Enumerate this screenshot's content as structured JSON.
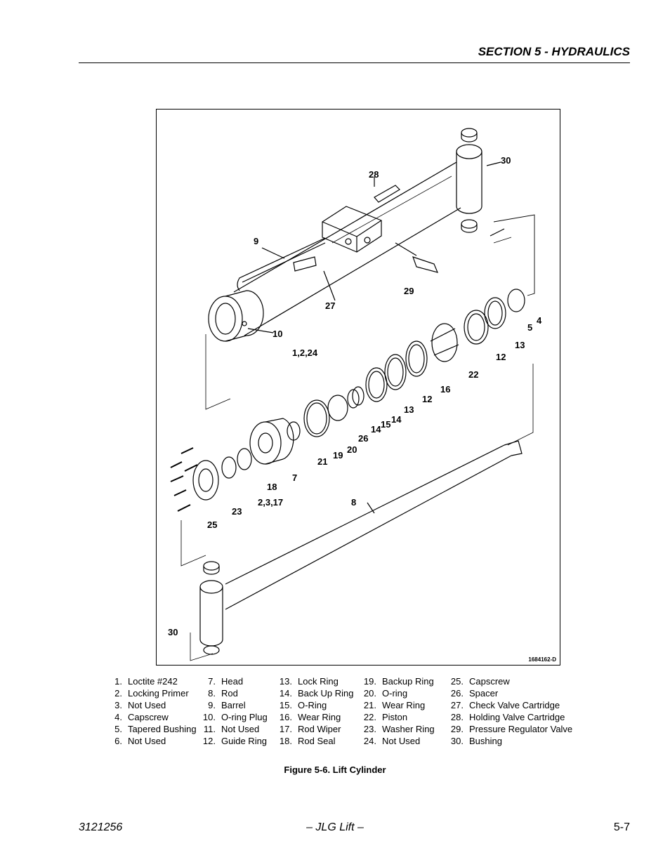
{
  "header": {
    "section_title": "SECTION 5 - HYDRAULICS"
  },
  "figure": {
    "drawing_id": "1684162-D",
    "caption": "Figure 5-6.  Lift Cylinder",
    "callouts": [
      "30",
      "28",
      "9",
      "29",
      "27",
      "10",
      "4",
      "5",
      "13",
      "12",
      "1,2,24",
      "22",
      "16",
      "12",
      "13",
      "14",
      "15",
      "14",
      "26",
      "20",
      "19",
      "21",
      "7",
      "18",
      "2,3,17",
      "23",
      "8",
      "25",
      "30"
    ]
  },
  "legend": {
    "col1": [
      {
        "num": "1.",
        "label": "Loctite #242"
      },
      {
        "num": "2.",
        "label": "Locking Primer"
      },
      {
        "num": "3.",
        "label": "Not Used"
      },
      {
        "num": "4.",
        "label": "Capscrew"
      },
      {
        "num": "5.",
        "label": "Tapered Bushing"
      },
      {
        "num": "6.",
        "label": "Not Used"
      }
    ],
    "col2": [
      {
        "num": "7.",
        "label": "Head"
      },
      {
        "num": "8.",
        "label": "Rod"
      },
      {
        "num": "9.",
        "label": "Barrel"
      },
      {
        "num": "10.",
        "label": "O-ring Plug"
      },
      {
        "num": "11.",
        "label": "Not Used"
      },
      {
        "num": "12.",
        "label": "Guide Ring"
      }
    ],
    "col3": [
      {
        "num": "13.",
        "label": "Lock Ring"
      },
      {
        "num": "14.",
        "label": "Back Up Ring"
      },
      {
        "num": "15.",
        "label": "O-Ring"
      },
      {
        "num": "16.",
        "label": "Wear Ring"
      },
      {
        "num": "17.",
        "label": "Rod Wiper"
      },
      {
        "num": "18.",
        "label": "Rod Seal"
      }
    ],
    "col4": [
      {
        "num": "19.",
        "label": "Backup Ring"
      },
      {
        "num": "20.",
        "label": "O-ring"
      },
      {
        "num": "21.",
        "label": "Wear Ring"
      },
      {
        "num": "22.",
        "label": "Piston"
      },
      {
        "num": "23.",
        "label": "Washer Ring"
      },
      {
        "num": "24.",
        "label": "Not Used"
      }
    ],
    "col5": [
      {
        "num": "25.",
        "label": "Capscrew"
      },
      {
        "num": "26.",
        "label": "Spacer"
      },
      {
        "num": "27.",
        "label": "Check Valve Cartridge"
      },
      {
        "num": "28.",
        "label": "Holding Valve Cartridge"
      },
      {
        "num": "29.",
        "label": "Pressure Regulator Valve"
      },
      {
        "num": "30.",
        "label": "Bushing"
      }
    ]
  },
  "footer": {
    "doc_number": "3121256",
    "center_text": "– JLG Lift –",
    "page_number": "5-7"
  }
}
